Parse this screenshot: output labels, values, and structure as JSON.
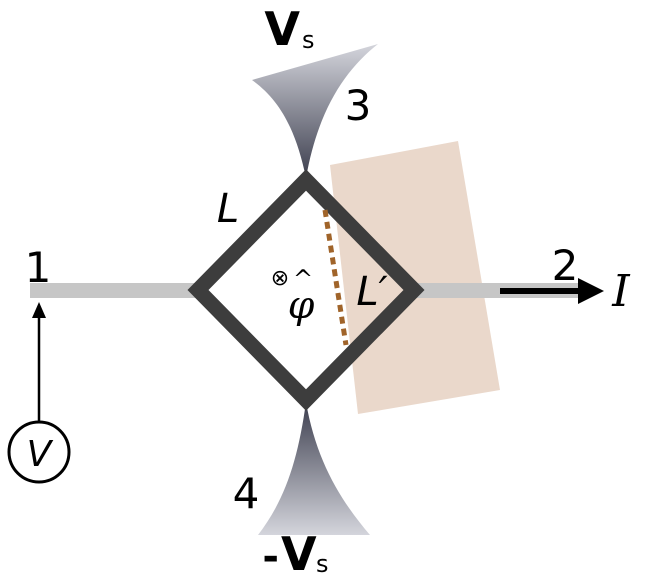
{
  "labels": {
    "terminal_1": "1",
    "terminal_2": "2",
    "terminal_3": "3",
    "terminal_4": "4",
    "vs_top_main": "V",
    "vs_top_sub": "s",
    "vs_bottom_sign": "-",
    "vs_bottom_main": "V",
    "vs_bottom_sub": "s",
    "loop_side": "L",
    "segment": "L′",
    "phi": "φ",
    "phi_hat": "^",
    "into_page": "⊗",
    "current": "I",
    "voltmeter": "V"
  },
  "colors": {
    "loop": "#3d3d3d",
    "lead": "#c6c6c6",
    "region": "#ead8cb",
    "dotted": "#a0642a",
    "tip_dark": "#3c3e4e",
    "tip_light": "#c9cad3",
    "text": "#000000"
  }
}
